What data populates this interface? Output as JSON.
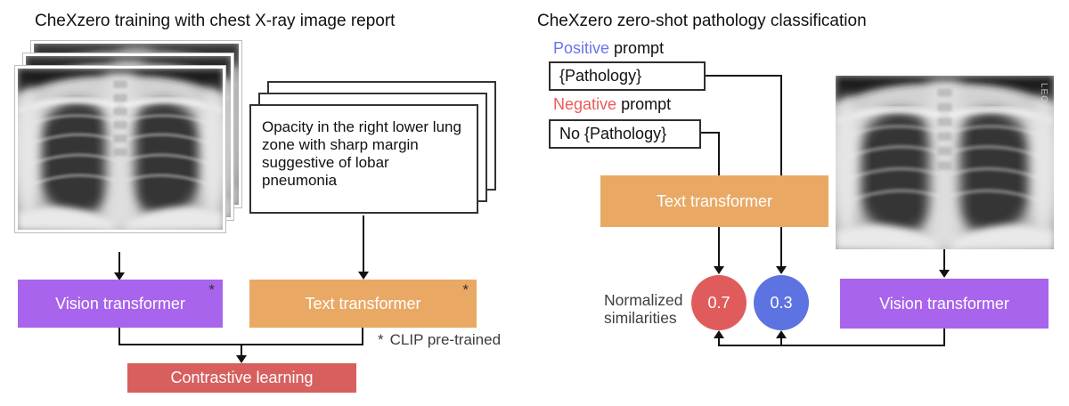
{
  "left": {
    "title": "CheXzero training with chest X-ray image report",
    "report_lines": [
      "Opacity in the right lower lung",
      "zone with sharp margin",
      "suggestive of lobar",
      "pneumonia"
    ],
    "vision_box": "Vision transformer",
    "text_box": "Text transformer",
    "contrastive_box": "Contrastive learning",
    "asterisk": "*",
    "clip_note": "CLIP pre-trained"
  },
  "right": {
    "title": "CheXzero zero-shot pathology classification",
    "positive_word": "Positive",
    "prompt_word": "prompt",
    "negative_word": "Negative",
    "positive_box": "{Pathology}",
    "negative_box": "No {Pathology}",
    "text_box": "Text transformer",
    "vision_box": "Vision transformer",
    "similarity_label_lines": [
      "Normalized",
      "similarities"
    ],
    "positive_score": "0.7",
    "negative_score": "0.3",
    "xray_marker": "LEO"
  },
  "colors": {
    "vision_purple": "#a864ec",
    "text_orange": "#e9a965",
    "contrastive_red": "#d75f5e",
    "positive_circle_red": "#e05c5c",
    "negative_circle_blue": "#5d73e2",
    "positive_label_blue": "#6b74e8",
    "negative_label_red": "#ee5a5a",
    "note_gray": "#3d3d3d"
  }
}
